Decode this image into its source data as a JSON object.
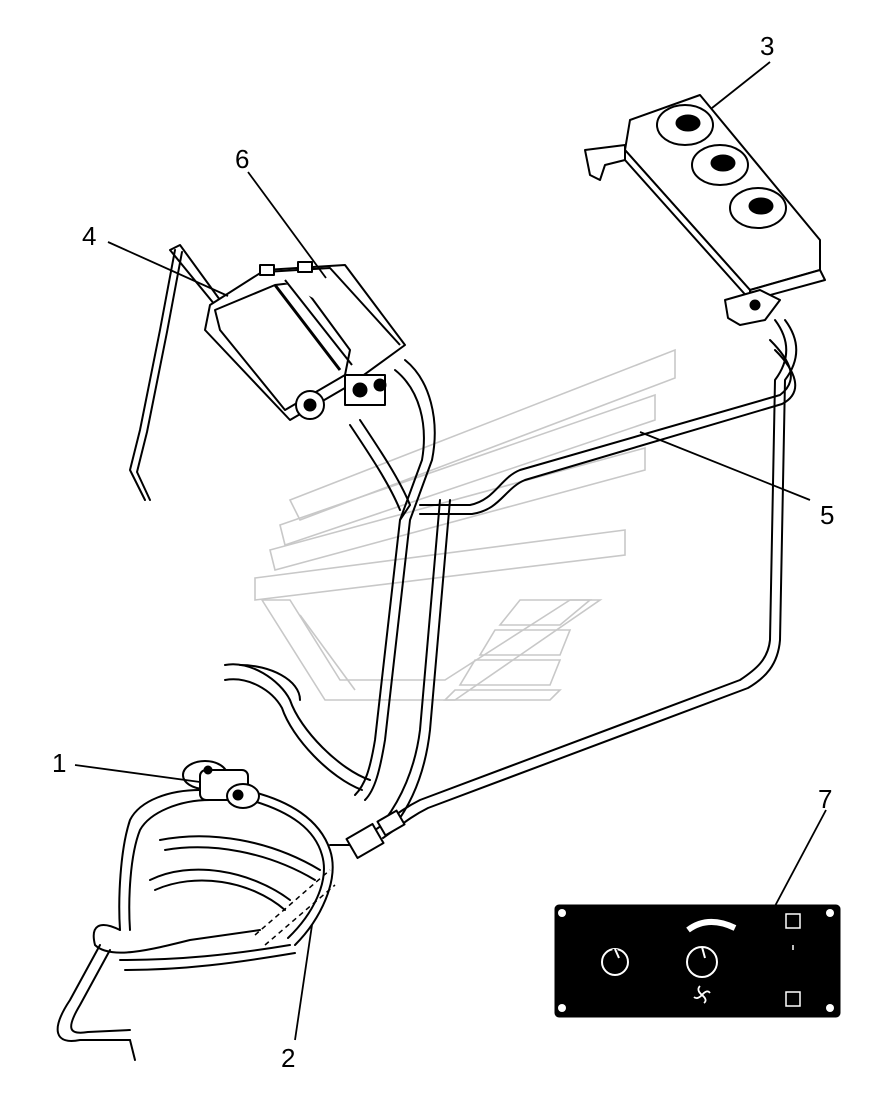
{
  "callouts": [
    {
      "id": "1",
      "text": "1"
    },
    {
      "id": "2",
      "text": "2"
    },
    {
      "id": "3",
      "text": "3"
    },
    {
      "id": "4",
      "text": "4"
    },
    {
      "id": "5",
      "text": "5"
    },
    {
      "id": "6",
      "text": "6"
    },
    {
      "id": "7",
      "text": "7"
    }
  ],
  "icons": {
    "control_panel_fan": "fan-icon",
    "control_panel_knob_left": "knob-icon",
    "control_panel_knob_right": "knob-icon"
  }
}
